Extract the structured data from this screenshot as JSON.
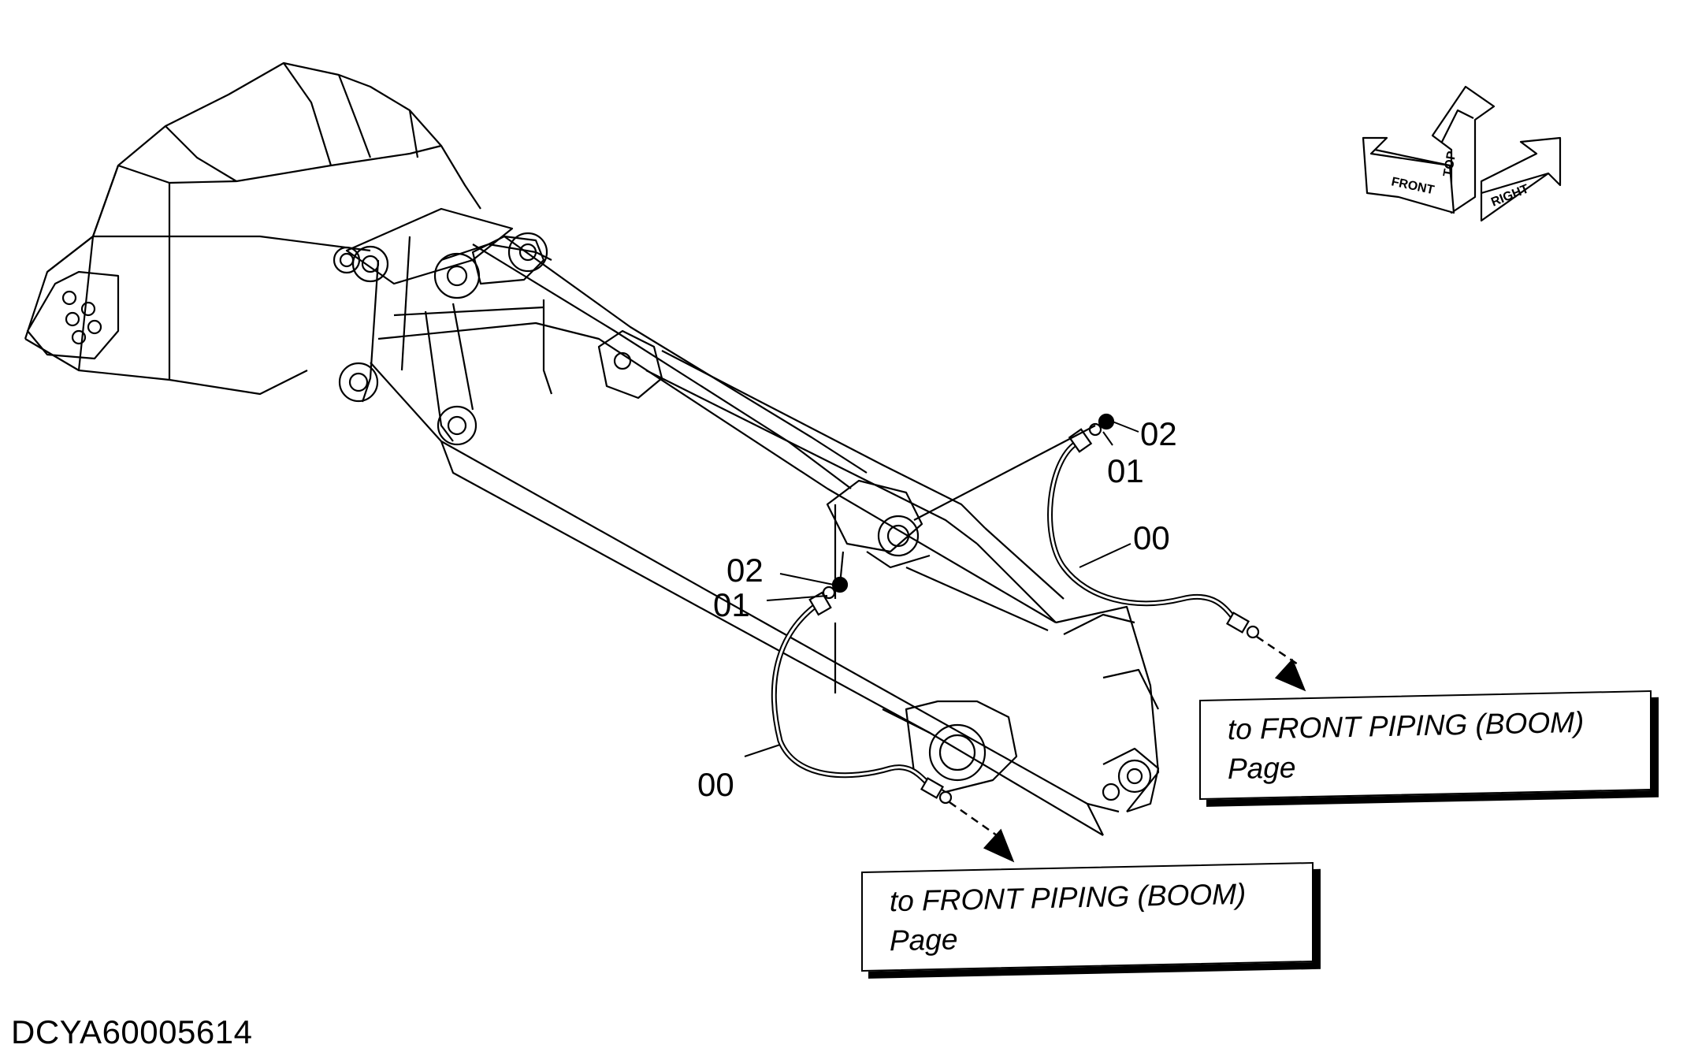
{
  "callouts": {
    "c1": "02",
    "c2": "01",
    "c3": "00",
    "c4": "02",
    "c5": "01",
    "c6": "00"
  },
  "notes": {
    "upper": {
      "line1": "to FRONT PIPING (BOOM)",
      "line2": "Page"
    },
    "lower": {
      "line1": "to FRONT PIPING (BOOM)",
      "line2": "Page"
    }
  },
  "compass": {
    "top": "TOP",
    "front": "FRONT",
    "right": "RIGHT"
  },
  "document_id": "DCYA60005614"
}
